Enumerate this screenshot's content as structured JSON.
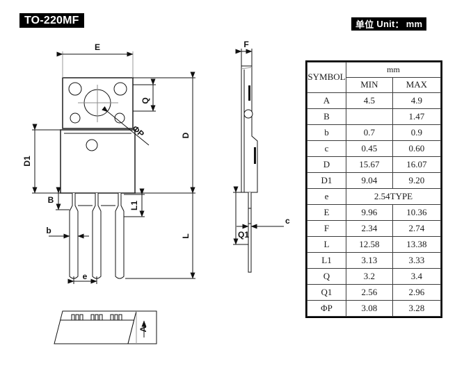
{
  "header": {
    "package_tag": "TO-220MF",
    "unit_tag_cjk": "单位",
    "unit_tag_label": "Unit",
    "unit_tag_sep": "：",
    "unit_tag_value": "mm"
  },
  "table": {
    "symbol_header": "SYMBOL",
    "unit_header": "mm",
    "min_header": "MIN",
    "max_header": "MAX",
    "rows": [
      {
        "symbol": "A",
        "min": "4.5",
        "max": "4.9"
      },
      {
        "symbol": "B",
        "min": "",
        "max": "1.47"
      },
      {
        "symbol": "b",
        "min": "0.7",
        "max": "0.9"
      },
      {
        "symbol": "c",
        "min": "0.45",
        "max": "0.60"
      },
      {
        "symbol": "D",
        "min": "15.67",
        "max": "16.07"
      },
      {
        "symbol": "D1",
        "min": "9.04",
        "max": "9.20"
      },
      {
        "symbol": "e",
        "span": "2.54TYPE"
      },
      {
        "symbol": "E",
        "min": "9.96",
        "max": "10.36"
      },
      {
        "symbol": "F",
        "min": "2.34",
        "max": "2.74"
      },
      {
        "symbol": "L",
        "min": "12.58",
        "max": "13.38"
      },
      {
        "symbol": "L1",
        "min": "3.13",
        "max": "3.33"
      },
      {
        "symbol": "Q",
        "min": "3.2",
        "max": "3.4"
      },
      {
        "symbol": "Q1",
        "min": "2.56",
        "max": "2.96"
      },
      {
        "symbol": "ΦP",
        "min": "3.08",
        "max": "3.28"
      }
    ]
  },
  "front_view": {
    "dim_E": "E",
    "dim_D": "D",
    "dim_D1": "D1",
    "dim_Q": "Q",
    "dim_L": "L",
    "dim_L1": "L1",
    "dim_B": "B",
    "dim_b": "b",
    "dim_e": "e",
    "callout_phi_p": "ΦP"
  },
  "side_view": {
    "dim_F": "F",
    "dim_c": "c",
    "dim_Q1": "Q1"
  },
  "iso_view": {
    "dim_A": "A"
  }
}
